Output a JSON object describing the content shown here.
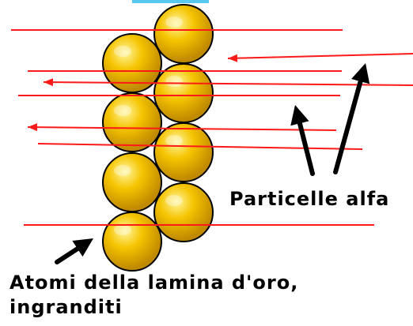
{
  "labels": {
    "particles": "Particelle alfa",
    "atoms": "Atomi della lamina d'oro, ingranditi"
  },
  "colors": {
    "ray": "#ff1a1a",
    "atom_fill": "#f5c400",
    "atom_highlight": "#fff7a0",
    "atom_shadow": "#c08a00",
    "atom_outline": "#000000",
    "pointer": "#000000",
    "top_bar": "#59c8ee"
  },
  "icons": {
    "atom": "gold-atom-sphere",
    "ray": "alpha-particle-ray",
    "pointer": "pointer-arrow"
  }
}
